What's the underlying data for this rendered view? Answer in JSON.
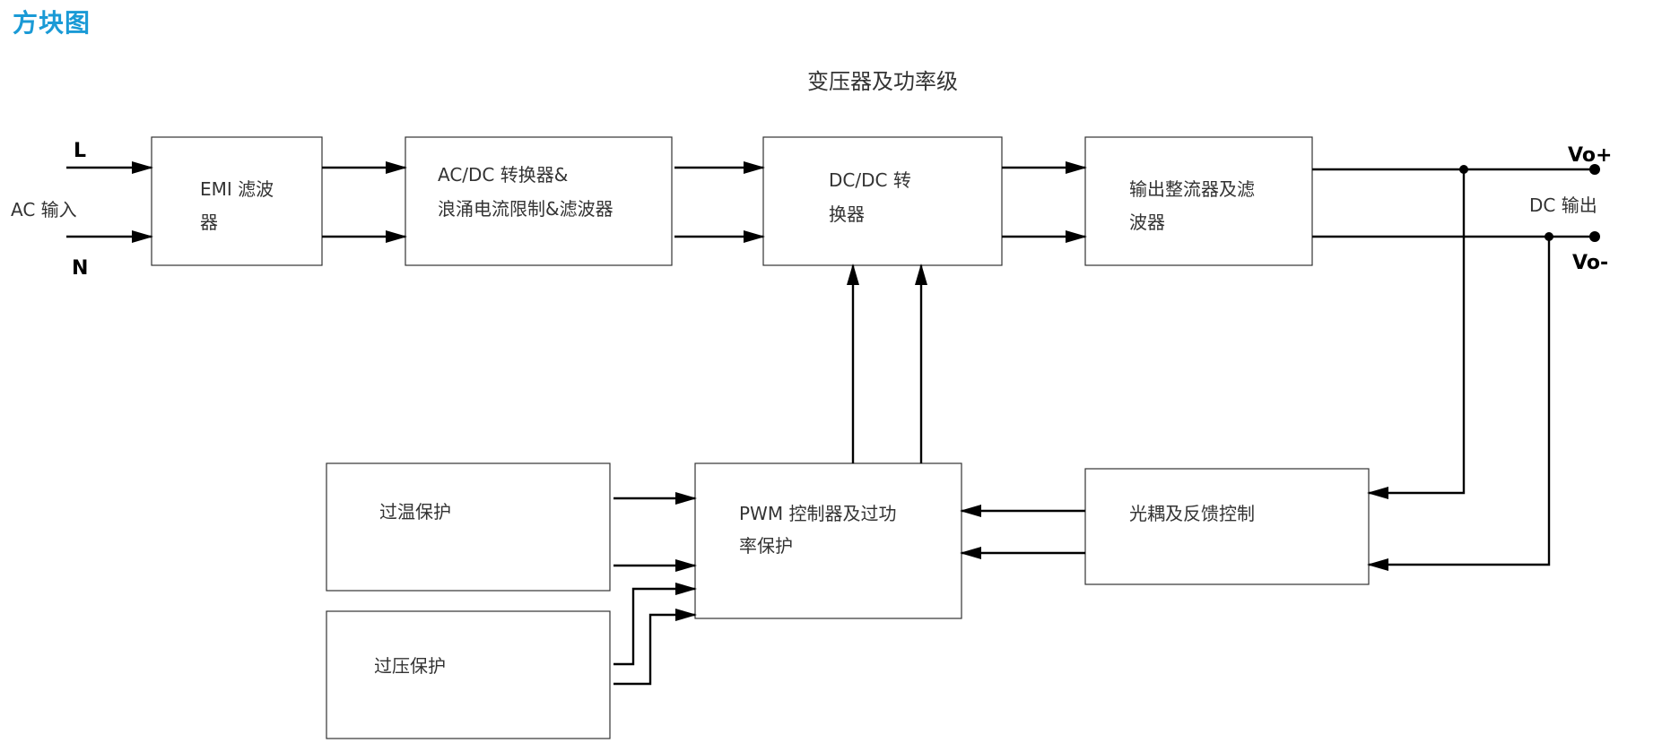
{
  "heading": "方块图",
  "diagram": {
    "stage_title": "变压器及功率级",
    "input": {
      "line": "L",
      "neutral": "N",
      "label": "AC 输入"
    },
    "output": {
      "positive": "Vo+",
      "negative": "Vo-",
      "label": "DC 输出"
    },
    "blocks": {
      "emi": [
        "EMI 滤波",
        "器"
      ],
      "acdc": [
        "AC/DC 转换器&",
        "浪涌电流限制&滤波器"
      ],
      "dcdc": [
        "DC/DC 转",
        "换器"
      ],
      "rectifier": [
        "输出整流器及滤",
        "波器"
      ],
      "pwm": [
        "PWM 控制器及过功",
        "率保护"
      ],
      "feedback": [
        "光耦及反馈控制"
      ],
      "otp": [
        "过温保护"
      ],
      "ovp": [
        "过压保护"
      ]
    },
    "colors": {
      "heading": "#1a9ad6",
      "lines": "#000000",
      "text": "#333333"
    }
  }
}
